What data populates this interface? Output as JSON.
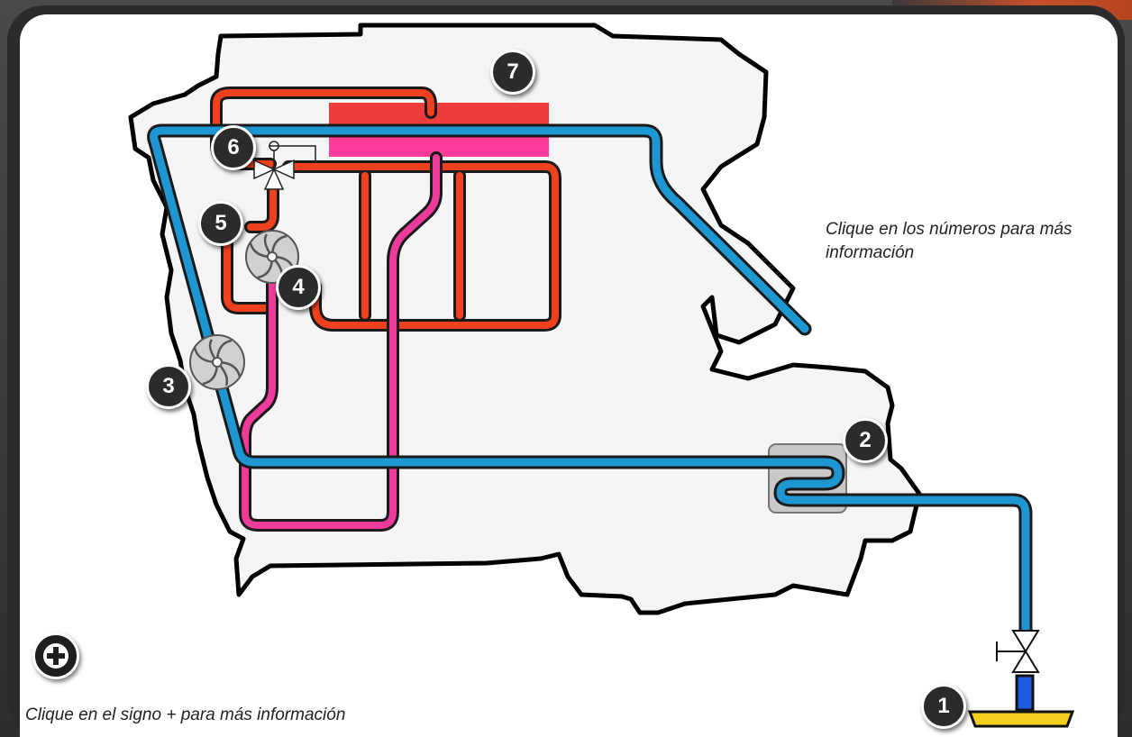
{
  "markers": [
    {
      "number": "1",
      "name": "marker-1-seawater-intake"
    },
    {
      "number": "2",
      "name": "marker-2-heat-exchanger"
    },
    {
      "number": "3",
      "name": "marker-3-seawater-pump"
    },
    {
      "number": "4",
      "name": "marker-4-freshwater-pump"
    },
    {
      "number": "5",
      "name": "marker-5-circuit"
    },
    {
      "number": "6",
      "name": "marker-6-thermostat-valve"
    },
    {
      "number": "7",
      "name": "marker-7-exhaust-manifold"
    }
  ],
  "instructions": {
    "numbers_hint": "Clique en los números para más información",
    "plus_hint": "Clique en el signo + para más información"
  },
  "icons": {
    "plus": "plus-icon",
    "seawater_valve": "valve-icon",
    "thermostat": "thermostat-valve-icon",
    "pump": "pump-icon"
  },
  "colors": {
    "seawater": "#1e96d2",
    "freshwater": "#f0411e",
    "coolant_return": "#ec3b9b",
    "engine_fill": "#f5f5f5",
    "engine_outline": "#000000",
    "exchanger": "#c8c8c8",
    "intake_plate": "#f5cf1e",
    "marker_fill": "#2b2b2b"
  }
}
